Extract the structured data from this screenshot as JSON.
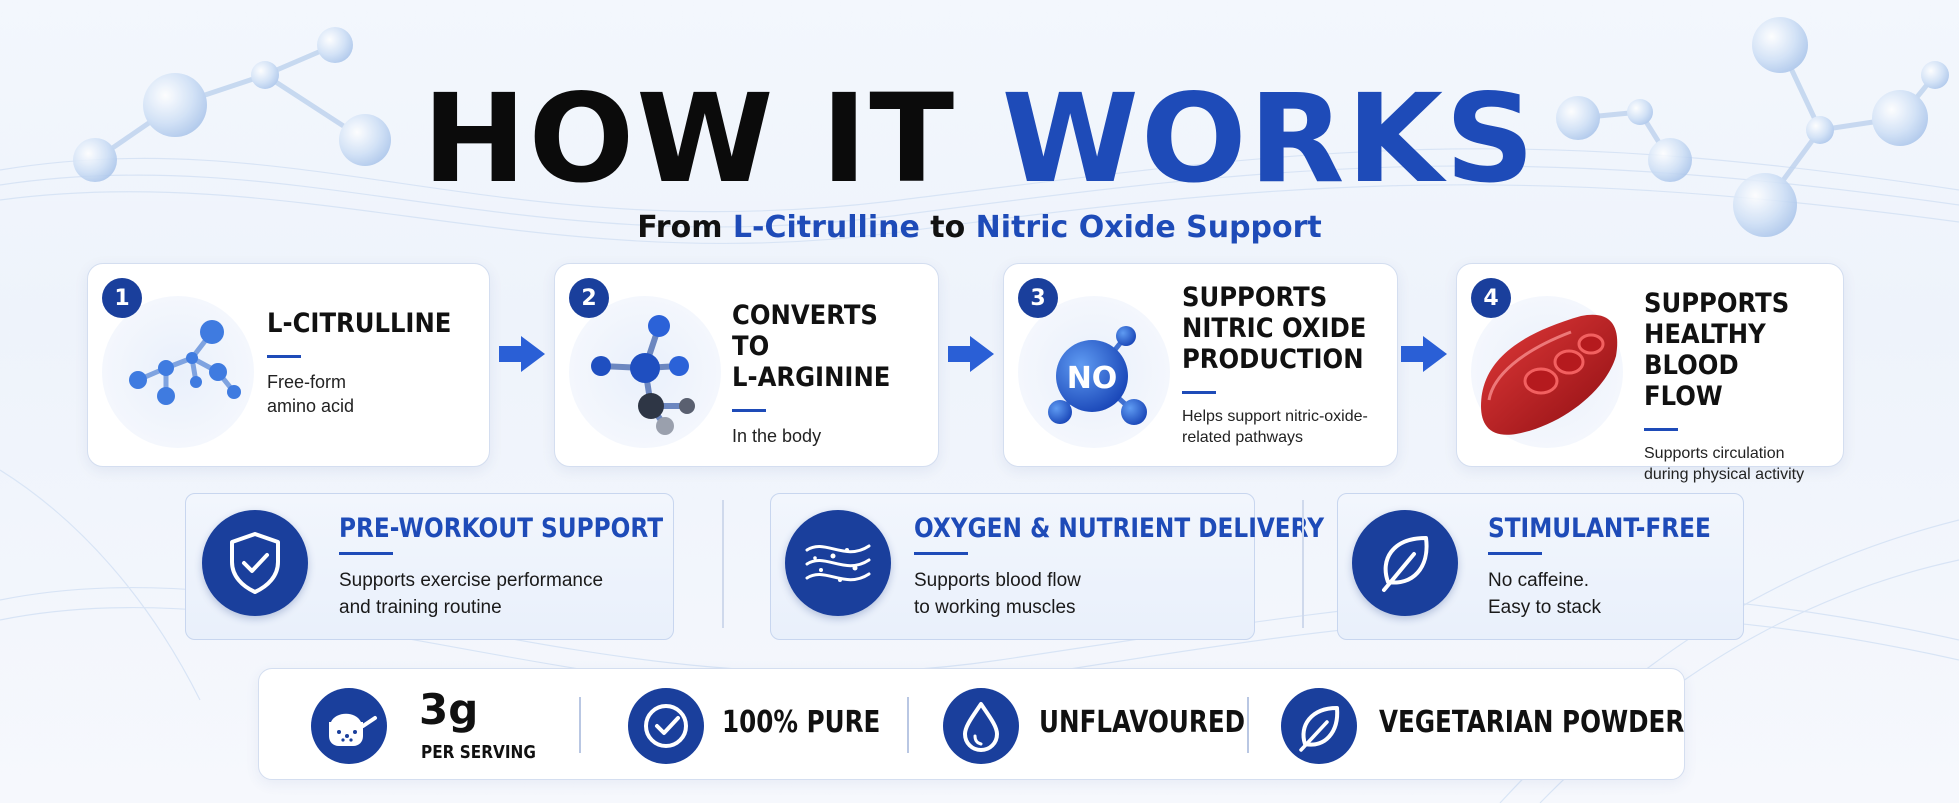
{
  "title": {
    "part1": "HOW IT",
    "part2": "WORKS"
  },
  "subtitle": {
    "p1": "From ",
    "p2": "L-Citrulline",
    "p3": " to ",
    "p4": "Nitric Oxide Support"
  },
  "steps": [
    {
      "number": "1",
      "title": "L-CITRULLINE",
      "desc": "Free-form\namino acid",
      "icon": "molecule-icon"
    },
    {
      "number": "2",
      "title": "CONVERTS TO\nL-ARGININE",
      "desc": "In the body",
      "icon": "molecule-icon"
    },
    {
      "number": "3",
      "title": "SUPPORTS\nNITRIC OXIDE\nPRODUCTION",
      "desc": "Helps support nitric-oxide-\nrelated pathways",
      "icon": "no-molecule-icon",
      "icon_label": "NO"
    },
    {
      "number": "4",
      "title": "SUPPORTS\nHEALTHY\nBLOOD FLOW",
      "desc": "Supports circulation\nduring physical activity",
      "icon": "blood-vessel-icon"
    }
  ],
  "benefits": [
    {
      "title": "PRE-WORKOUT SUPPORT",
      "desc": "Supports exercise performance\nand training routine",
      "icon": "shield-check-icon"
    },
    {
      "title": "OXYGEN & NUTRIENT DELIVERY",
      "desc": "Supports blood flow\nto working muscles",
      "icon": "flow-lines-icon"
    },
    {
      "title": "STIMULANT-FREE",
      "desc": "No caffeine.\nEasy to stack",
      "icon": "leaf-icon"
    }
  ],
  "features": {
    "serving_value": "3g",
    "serving_unit": "PER SERVING",
    "pure": "100% PURE",
    "unflavoured": "UNFLAVOURED",
    "vegetarian": "VEGETARIAN POWDER"
  },
  "colors": {
    "accent": "#1e4bb8",
    "dark_blue": "#1a3f9c",
    "text": "#111111"
  }
}
